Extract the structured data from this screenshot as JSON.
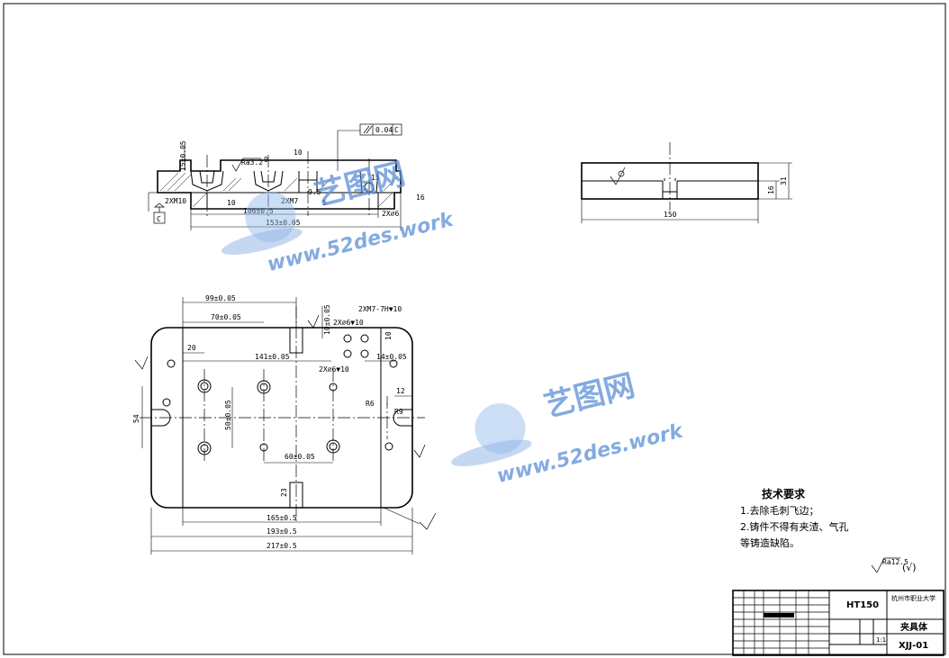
{
  "front_view": {
    "callouts": {
      "tol_parallel": "0.04",
      "datum_ref": "C",
      "datum_c": "C",
      "hole_2xm10": "2XM10",
      "hole_2xm7": "2XM7",
      "hole_2xo6": "2X∅6",
      "rough": "Ra3.2"
    },
    "dims": {
      "d10": "10",
      "d9": "9",
      "d10b": "10",
      "d5": "5",
      "d95": "9.5",
      "d15": "15",
      "h_15": "15±0.05",
      "w_106": "106±0.5",
      "w_153": "153±0.05",
      "h_16": "16"
    }
  },
  "side_view": {
    "dims": {
      "w_150": "150",
      "h_16": "16",
      "h_31": "31"
    }
  },
  "top_view": {
    "dims": {
      "d99": "99±0.05",
      "d70": "70±0.05",
      "d20": "20",
      "d141": "141±0.05",
      "d14": "14±0.05",
      "d10_05": "10±0.05",
      "d10": "10",
      "d12": "12",
      "d54": "54",
      "d50": "50±0.05",
      "d60": "60±0.05",
      "d23": "23",
      "d165": "165±0.5",
      "d193": "193±0.5",
      "d217": "217±0.5",
      "r6": "R6",
      "r9": "R9"
    },
    "callouts": {
      "c_2xm7_deep": "2XM7-7H▼10",
      "c_2xo6_10": "2X∅6▼10",
      "c_2xo6": "2X∅6▼10"
    }
  },
  "tech_req": {
    "title": "技术要求",
    "items": [
      "1.去除毛刺飞边；",
      "2.铸件不得有夹渣、气孔",
      "等铸造缺陷。"
    ]
  },
  "roughness_note": {
    "value": "Ra12.5",
    "suffix": "(√)"
  },
  "title_block": {
    "material": "HT150",
    "school": "杭州市职业大学",
    "part_name": "夹具体",
    "drawing_no": "XJJ-01",
    "scale": "1:1"
  },
  "watermark": {
    "cn": "艺图网",
    "url": "www.52des.work"
  }
}
